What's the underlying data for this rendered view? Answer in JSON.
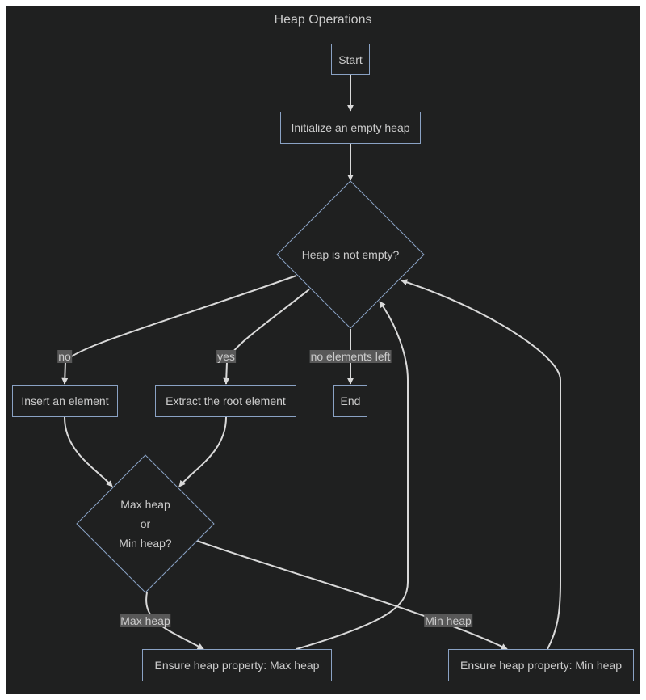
{
  "title": "Heap Operations",
  "nodes": {
    "start": "Start",
    "init": "Initialize an empty heap",
    "check": "Heap is not empty?",
    "insert": "Insert an element",
    "extract": "Extract the root element",
    "end": "End",
    "decision": {
      "line1": "Max heap",
      "line2": "or",
      "line3": "Min heap?"
    },
    "max": "Ensure heap property: Max heap",
    "min": "Ensure heap property: Min heap"
  },
  "edges": {
    "no": "no",
    "yes": "yes",
    "no_elements_left": "no elements left",
    "max_heap": "Max heap",
    "min_heap": "Min heap"
  },
  "colors": {
    "background": "#1f2020",
    "node_border": "#8aa2c4",
    "edge": "#d9d9d9",
    "text": "#cccccc",
    "edge_label_bg": "#585858"
  }
}
